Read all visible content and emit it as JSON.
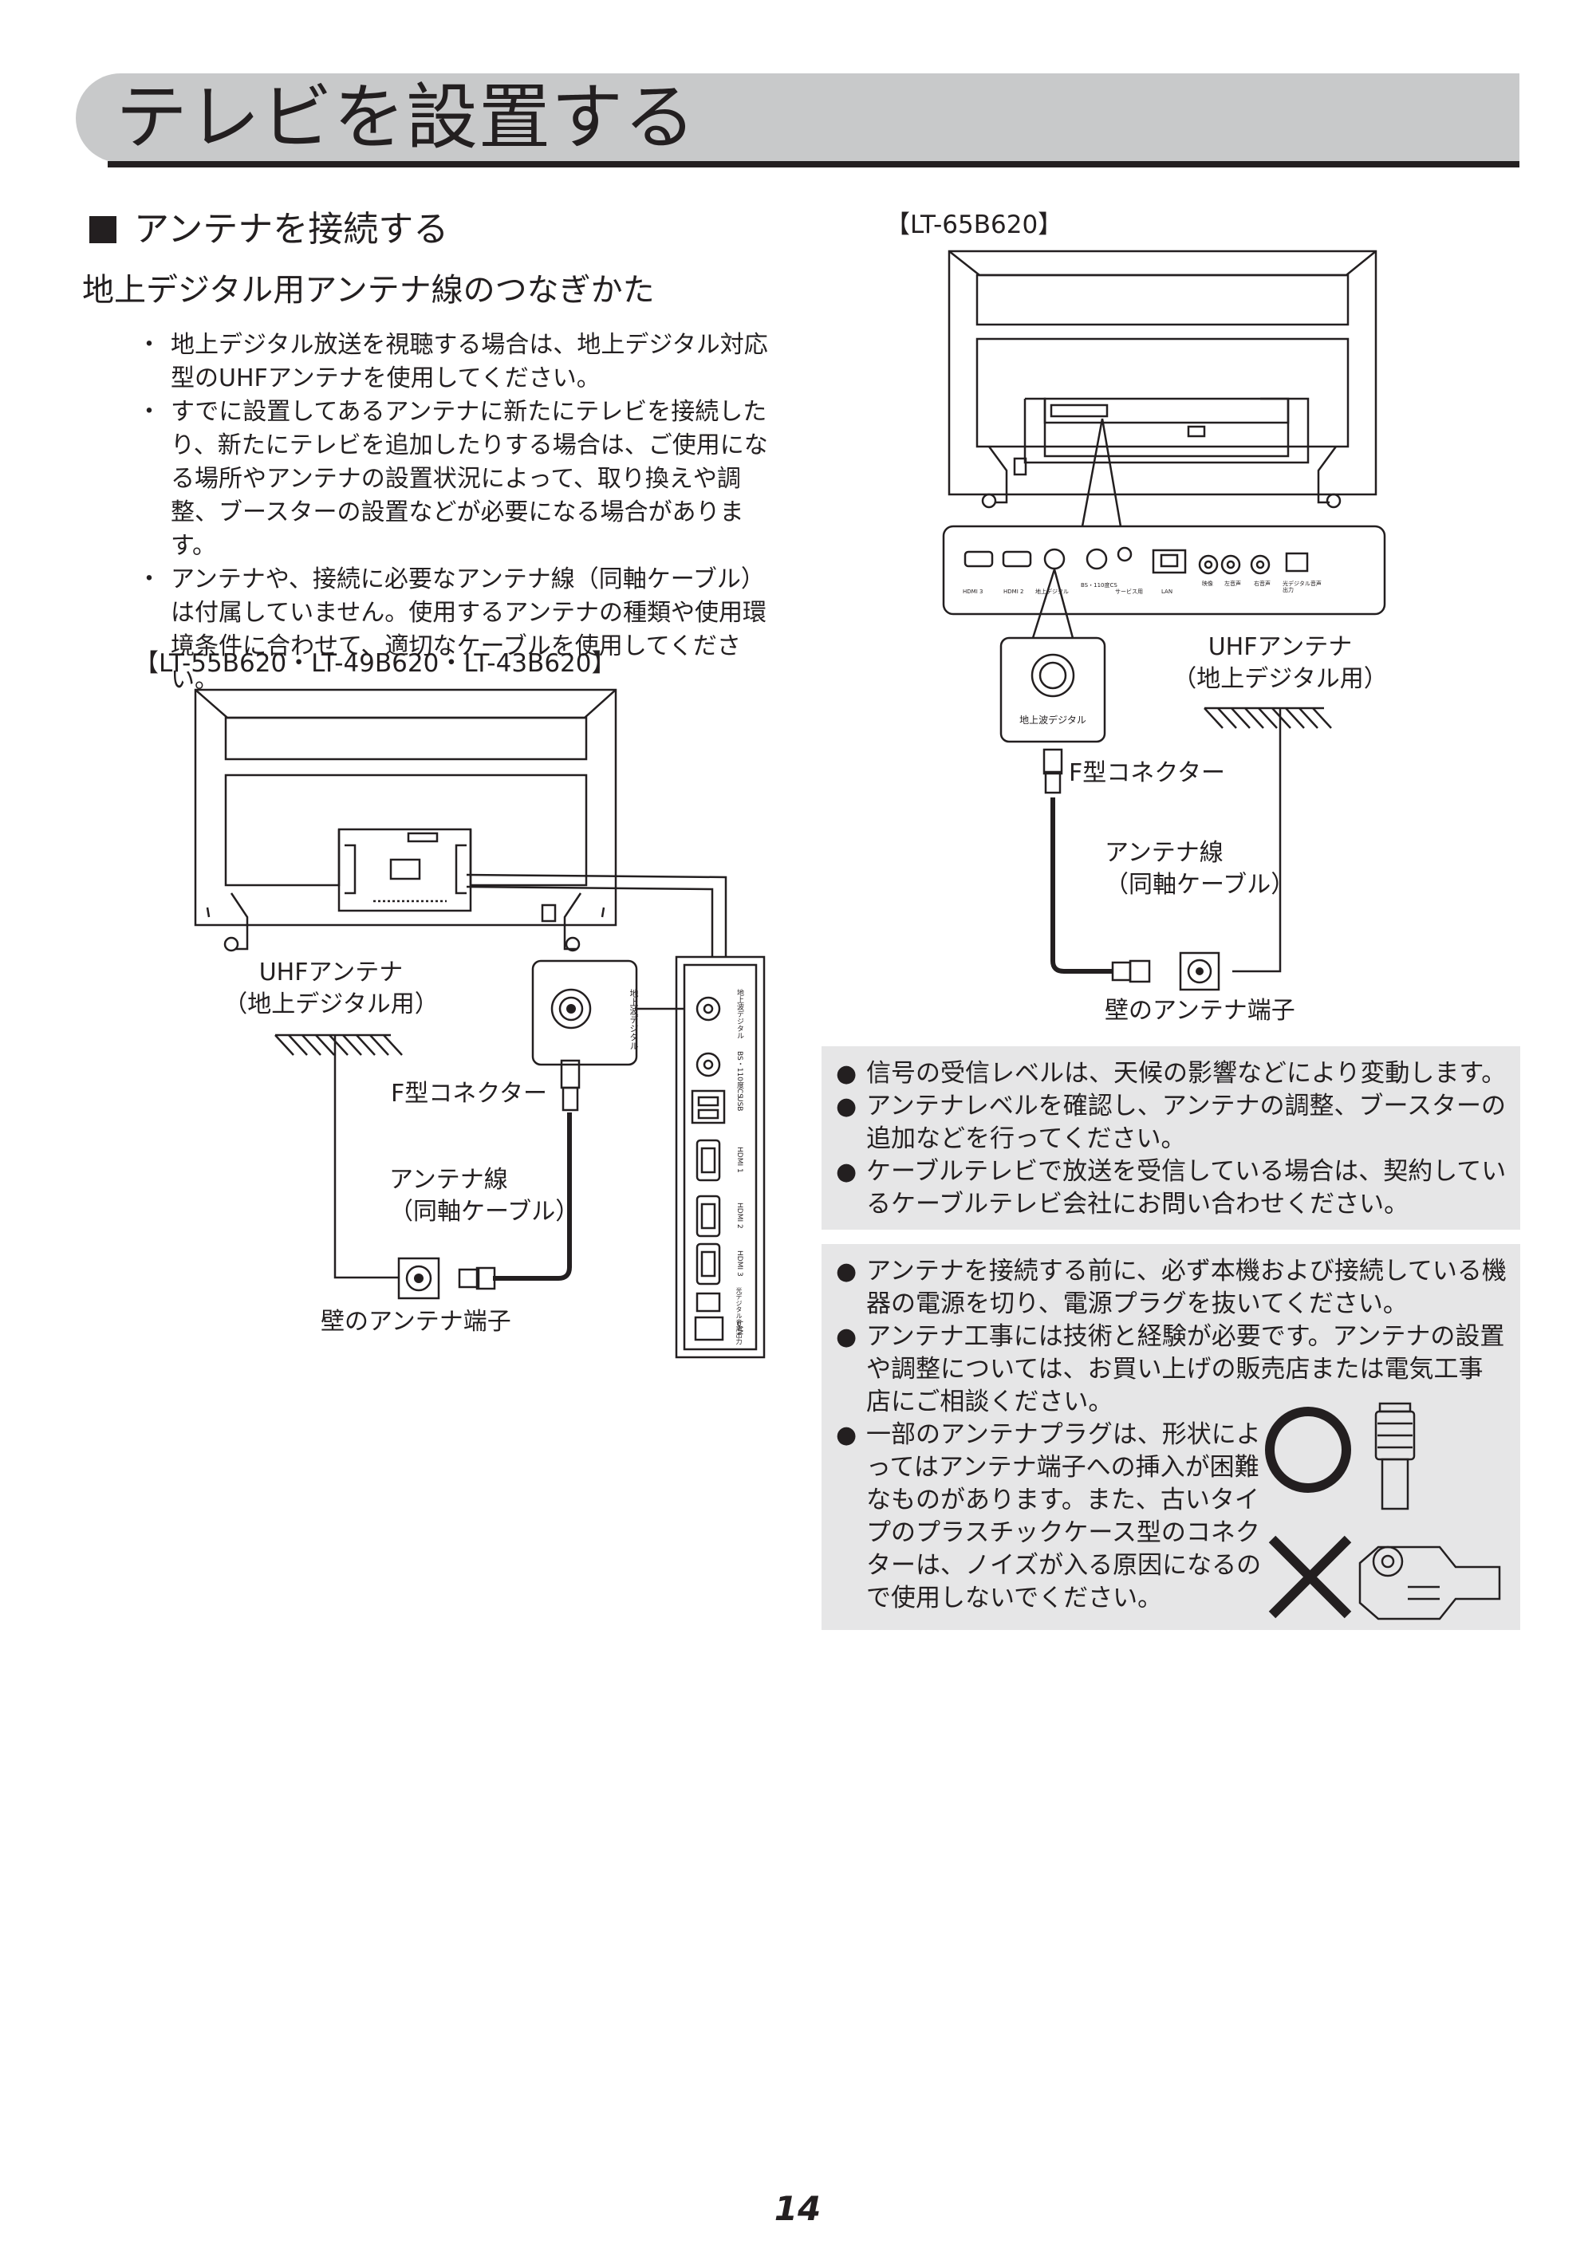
{
  "page": {
    "title": "テレビを設置する",
    "section_heading": "アンテナを接続する",
    "sub_heading": "地上デジタル用アンテナ線のつなぎかた",
    "bullets": [
      "地上デジタル放送を視聴する場合は、地上デジタル対応型のUHFアンテナを使用してください。",
      "すでに設置してあるアンテナに新たにテレビを接続したり、新たにテレビを追加したりする場合は、ご使用になる場所やアンテナの設置状況によって、取り換えや調整、ブースターの設置などが必要になる場合があります。",
      "アンテナや、接続に必要なアンテナ線（同軸ケーブル）は付属していません。使用するアンテナの種類や使用環境条件に合わせて、適切なケーブルを使用してください。"
    ],
    "page_number": "14"
  },
  "diagram_left": {
    "model_label": "【LT-55B620・LT-49B620・LT-43B620】",
    "uhf_antenna": "UHFアンテナ",
    "uhf_antenna_sub": "（地上デジタル用）",
    "f_connector": "F型コネクター",
    "antenna_cable": "アンテナ線",
    "antenna_cable_sub": "（同軸ケーブル）",
    "wall_terminal": "壁のアンテナ端子",
    "terminal_zoom_label": "地上波デジタル",
    "panel_labels": [
      "地上波デジタル",
      "BS・110度CS",
      "USB",
      "HDMI 1",
      "HDMI 2",
      "HDMI 3",
      "光デジタル音声出力",
      "LAN"
    ]
  },
  "diagram_right": {
    "model_label": "【LT-65B620】",
    "uhf_antenna": "UHFアンテナ",
    "uhf_antenna_sub": "（地上デジタル用）",
    "f_connector": "F型コネクター",
    "antenna_cable": "アンテナ線",
    "antenna_cable_sub": "（同軸ケーブル）",
    "wall_terminal": "壁のアンテナ端子",
    "terminal_zoom_label": "地上波デジタル",
    "panel_labels": [
      "HDMI 3",
      "HDMI 2",
      "地上デジタル",
      "BS・110度CS",
      "サービス用",
      "LAN",
      "映像",
      "左音声",
      "右音声",
      "光デジタル音声出力"
    ]
  },
  "notes_1": [
    "信号の受信レベルは、天候の影響などにより変動します。",
    "アンテナレベルを確認し、アンテナの調整、ブースターの追加などを行ってください。",
    "ケーブルテレビで放送を受信している場合は、契約しているケーブルテレビ会社にお問い合わせください。"
  ],
  "notes_2": [
    "アンテナを接続する前に、必ず本機および接続している機器の電源を切り、電源プラグを抜いてください。",
    "アンテナ工事には技術と経験が必要です。アンテナの設置や調整については、お買い上げの販売店または電気工事店にご相談ください。",
    "一部のアンテナプラグは、形状によってはアンテナ端子への挿入が困難なものがあります。また、古いタイプのプラスチックケース型のコネクターは、ノイズが入る原因になるので使用しないでください。"
  ],
  "colors": {
    "title_bar": "#c8c9ca",
    "note_box": "#e6e6e7",
    "text": "#231f20"
  }
}
